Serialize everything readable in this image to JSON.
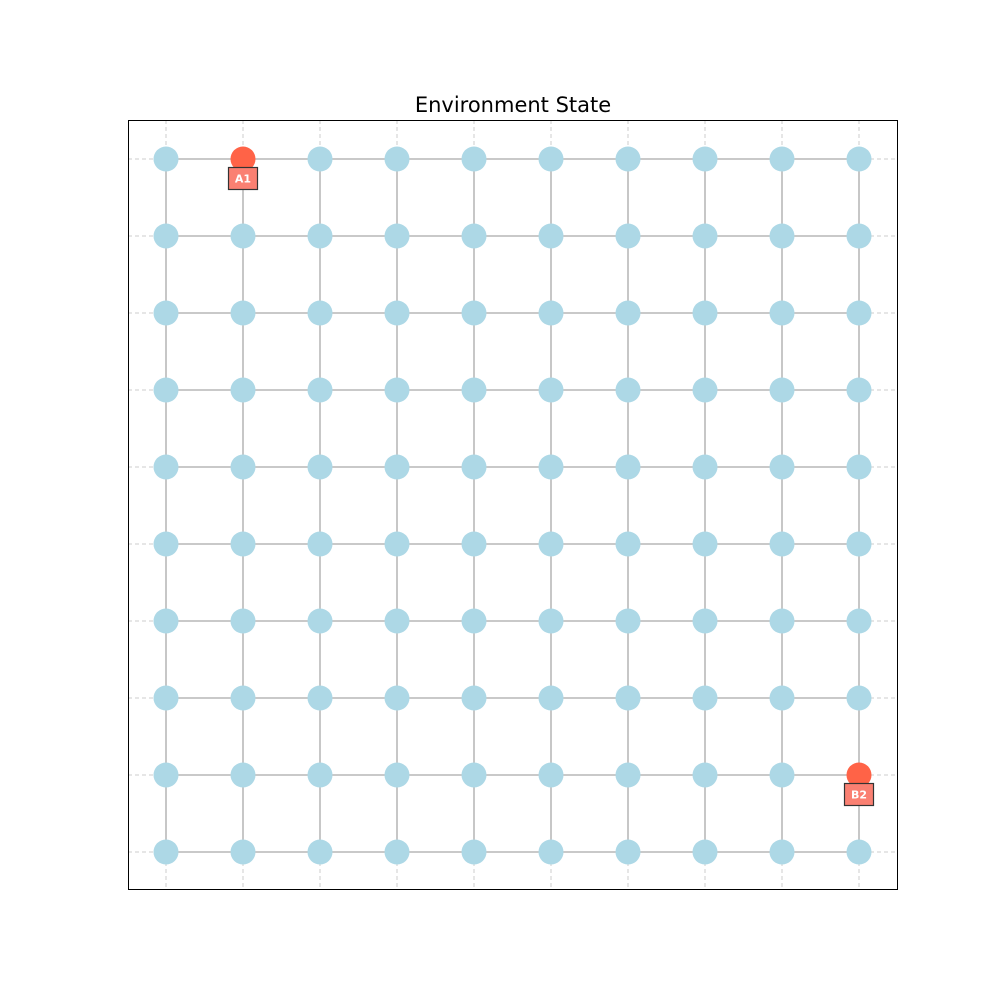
{
  "title": "Environment State",
  "grid": {
    "cols": 10,
    "rows": 10
  },
  "agents": [
    {
      "label": "A1",
      "col": 1,
      "row": 0
    },
    {
      "label": "B2",
      "col": 9,
      "row": 8
    }
  ],
  "colors": {
    "node": "#add8e6",
    "agent": "#ff6347",
    "agent_label_box": "#fa8072",
    "agent_label_text": "#ffffff",
    "edge": "#a9a9a9",
    "gridline": "#cccccc",
    "frame": "#000000"
  }
}
